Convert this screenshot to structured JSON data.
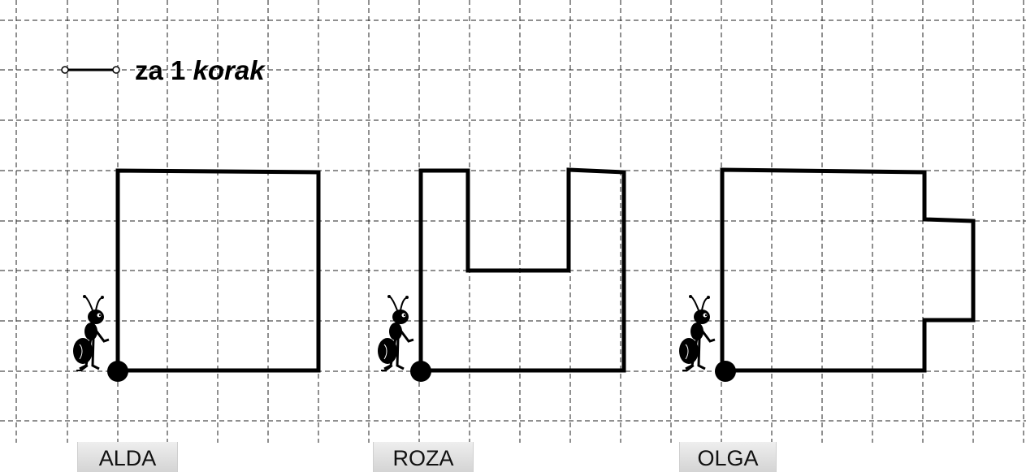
{
  "legend": {
    "number": "za 1",
    "unit": "korak"
  },
  "figures": [
    {
      "name": "ALDA"
    },
    {
      "name": "ROZA"
    },
    {
      "name": "OLGA"
    }
  ],
  "colors": {
    "line": "#000000",
    "grid": "#222222",
    "label_bg": "#dddddd"
  },
  "icons": [
    "ant-icon"
  ]
}
